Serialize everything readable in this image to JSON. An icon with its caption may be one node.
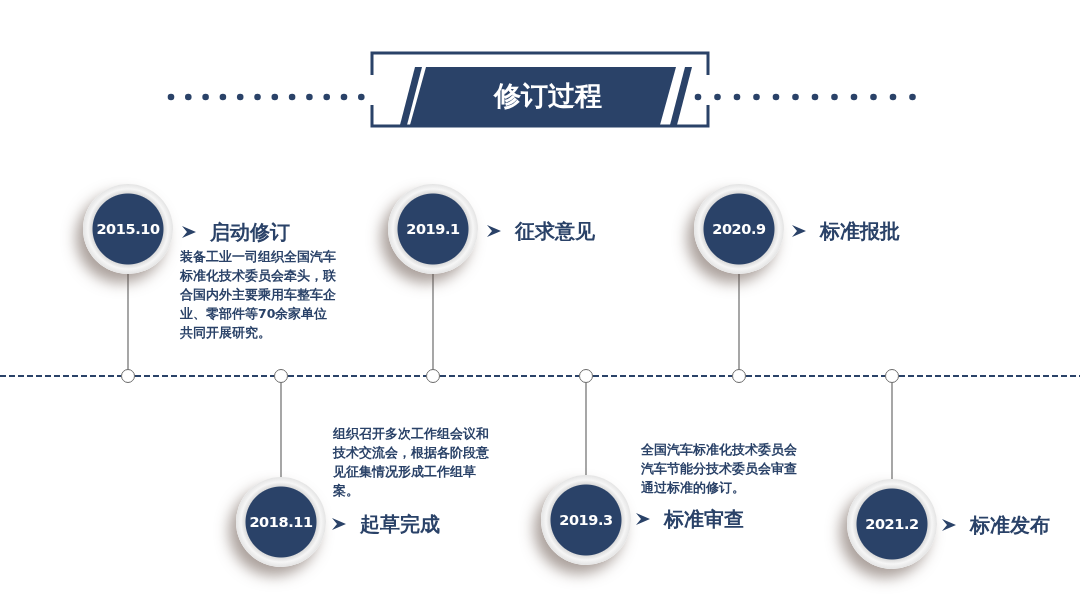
{
  "diagram": {
    "title": "修订过程",
    "nodes": [
      {
        "text": [
          "2015.10"
        ],
        "beside": [
          "启动修订",
          "装备工业一司组织全国汽车标准化技术委员会牵头，联合国内外主要乘用车整车企业、零部件等70余家单位共同开展研究。"
        ]
      },
      {
        "text": [],
        "shape": "circle"
      },
      {
        "text": [],
        "shape": "circle"
      },
      {
        "text": [
          "2018.11"
        ],
        "beside": [
          "起草完成",
          "组织召开多次工作组会议和技术交流会，根据各阶段意见征集情况形成工作组草案。"
        ]
      },
      {
        "text": [
          "2019.1"
        ],
        "beside": [
          "征求意见"
        ]
      },
      {
        "text": [],
        "shape": "circle"
      },
      {
        "text": [],
        "shape": "circle"
      },
      {
        "text": [
          "2019.3"
        ],
        "beside": [
          "标准审查",
          "全国汽车标准化技术委员会汽车节能分技术委员会审查通过标准的修订。"
        ]
      },
      {
        "text": [
          "2020.9"
        ],
        "beside": [
          "标准报批"
        ]
      },
      {
        "text": [],
        "shape": "circle"
      },
      {
        "text": [],
        "shape": "circle"
      },
      {
        "text": [
          "2021.2"
        ],
        "beside": [
          "标准发布"
        ]
      }
    ],
    "edges": [
      {
        "from": 0,
        "to": 1,
        "arrow": "none"
      },
      {
        "from": 3,
        "to": 2,
        "arrow": "none"
      },
      {
        "from": 4,
        "to": 5,
        "arrow": "none"
      },
      {
        "from": 7,
        "to": 6,
        "arrow": "none"
      },
      {
        "from": 8,
        "to": 9,
        "arrow": "none"
      },
      {
        "from": 11,
        "to": 10,
        "arrow": "none"
      },
      {
        "from": null,
        "to": 1,
        "arrow": "none",
        "style": "dashed",
        "color": "#2a4268"
      },
      {
        "from": 1,
        "to": 2,
        "arrow": "none",
        "style": "dashed",
        "color": "#2a4268"
      },
      {
        "from": 2,
        "to": 5,
        "arrow": "none",
        "style": "dashed",
        "color": "#2a4268"
      },
      {
        "from": 5,
        "to": 6,
        "arrow": "none",
        "style": "dashed",
        "color": "#2a4268"
      },
      {
        "from": 6,
        "to": 9,
        "arrow": "none",
        "style": "dashed",
        "color": "#2a4268"
      },
      {
        "from": 9,
        "to": 10,
        "arrow": "none",
        "style": "dashed",
        "color": "#2a4268"
      },
      {
        "from": 10,
        "to": null,
        "arrow": "none",
        "style": "dashed",
        "color": "#2a4268"
      }
    ]
  }
}
